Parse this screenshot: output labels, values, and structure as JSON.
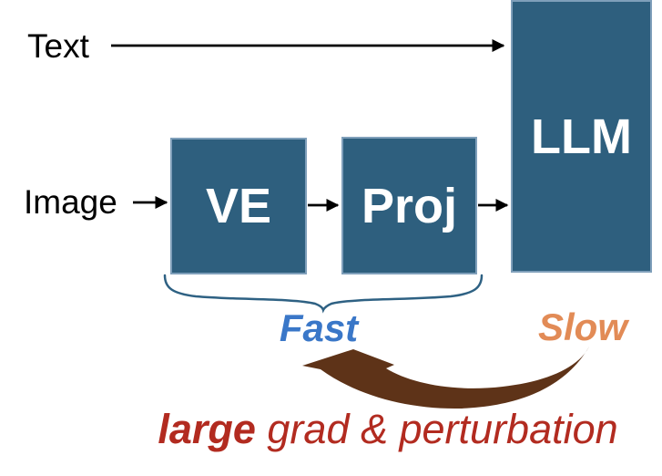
{
  "diagram": {
    "title": "VLM pipeline diagram: fast vision path vs slow LLM, gradient feedback",
    "inputs": {
      "text_label": "Text",
      "image_label": "Image"
    },
    "blocks": {
      "ve": "VE",
      "proj": "Proj",
      "llm": "LLM"
    },
    "annotations": {
      "fast": "Fast",
      "slow": "Slow",
      "caption_bold": "large",
      "caption_rest": " grad & perturbation"
    },
    "colors": {
      "block_fill": "#2E5F7E",
      "block_border": "#7F9FBA",
      "block_text": "#FFFFFF",
      "brace": "#2E6183",
      "fast_text": "#3A77C8",
      "slow_text": "#E28B56",
      "feedback_arrow": "#5E3318",
      "caption_text": "#B22B20",
      "flow_arrow": "#000000",
      "background": "#FFFFFF"
    }
  }
}
